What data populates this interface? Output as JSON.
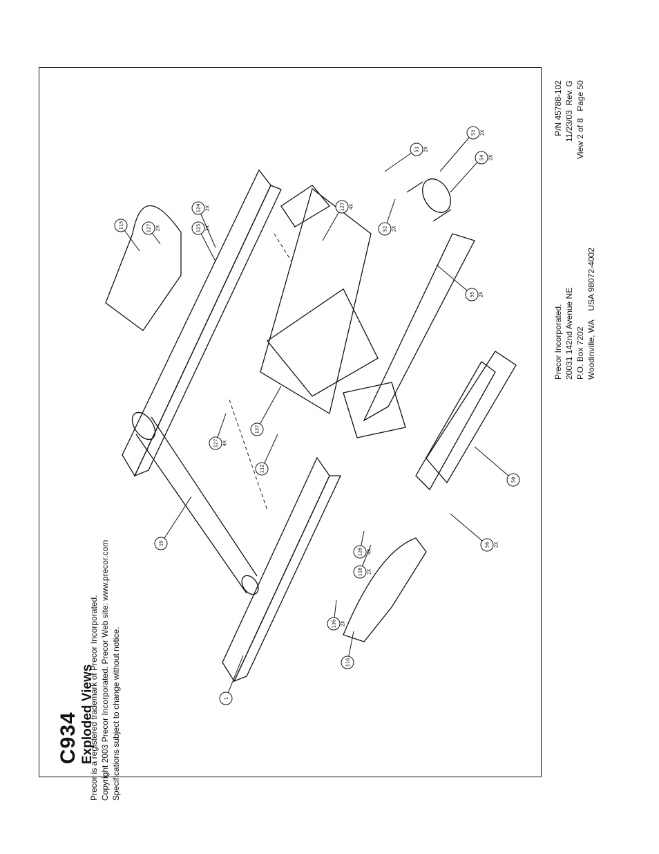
{
  "header": {
    "model": "C934",
    "section": "Exploded Views"
  },
  "footer": {
    "legal": [
      "Precor is a registered trademark of Precor Incorporated.",
      "Copyright 2003 Precor Incorporated. Precor Web site: www.precor.com",
      "Specifications subject to change without notice."
    ],
    "address": [
      "Precor Incorporated.",
      "20031 142nd Avenue NE",
      "P.O. Box 7202",
      "Woodinville, WA    USA 98072-4002"
    ],
    "docinfo": [
      "P/N 45788-102",
      "11/23/03  Rev. G",
      "View 2 of 8   Page 50"
    ]
  },
  "callouts": [
    {
      "num": "1"
    },
    {
      "num": "19"
    },
    {
      "num": "50"
    },
    {
      "num": "51",
      "qty": "2X"
    },
    {
      "num": "52",
      "qty": "2X"
    },
    {
      "num": "53",
      "qty": "2X"
    },
    {
      "num": "54",
      "qty": "2X"
    },
    {
      "num": "55",
      "qty": "2X"
    },
    {
      "num": "56",
      "qty": "2X"
    },
    {
      "num": "112"
    },
    {
      "num": "115"
    },
    {
      "num": "116"
    },
    {
      "num": "118",
      "qty": "2X"
    },
    {
      "num": "124",
      "qty": "2X"
    },
    {
      "num": "125",
      "qty": "2X"
    },
    {
      "num": "126",
      "qty": "4X"
    },
    {
      "num": "127",
      "qty": "4X"
    },
    {
      "num": "127",
      "qty": "2X"
    },
    {
      "num": "127",
      "qty": "4X"
    },
    {
      "num": "136",
      "qty": "2X"
    },
    {
      "num": "137"
    }
  ],
  "colors": {
    "line": "#111111",
    "background": "#ffffff"
  }
}
